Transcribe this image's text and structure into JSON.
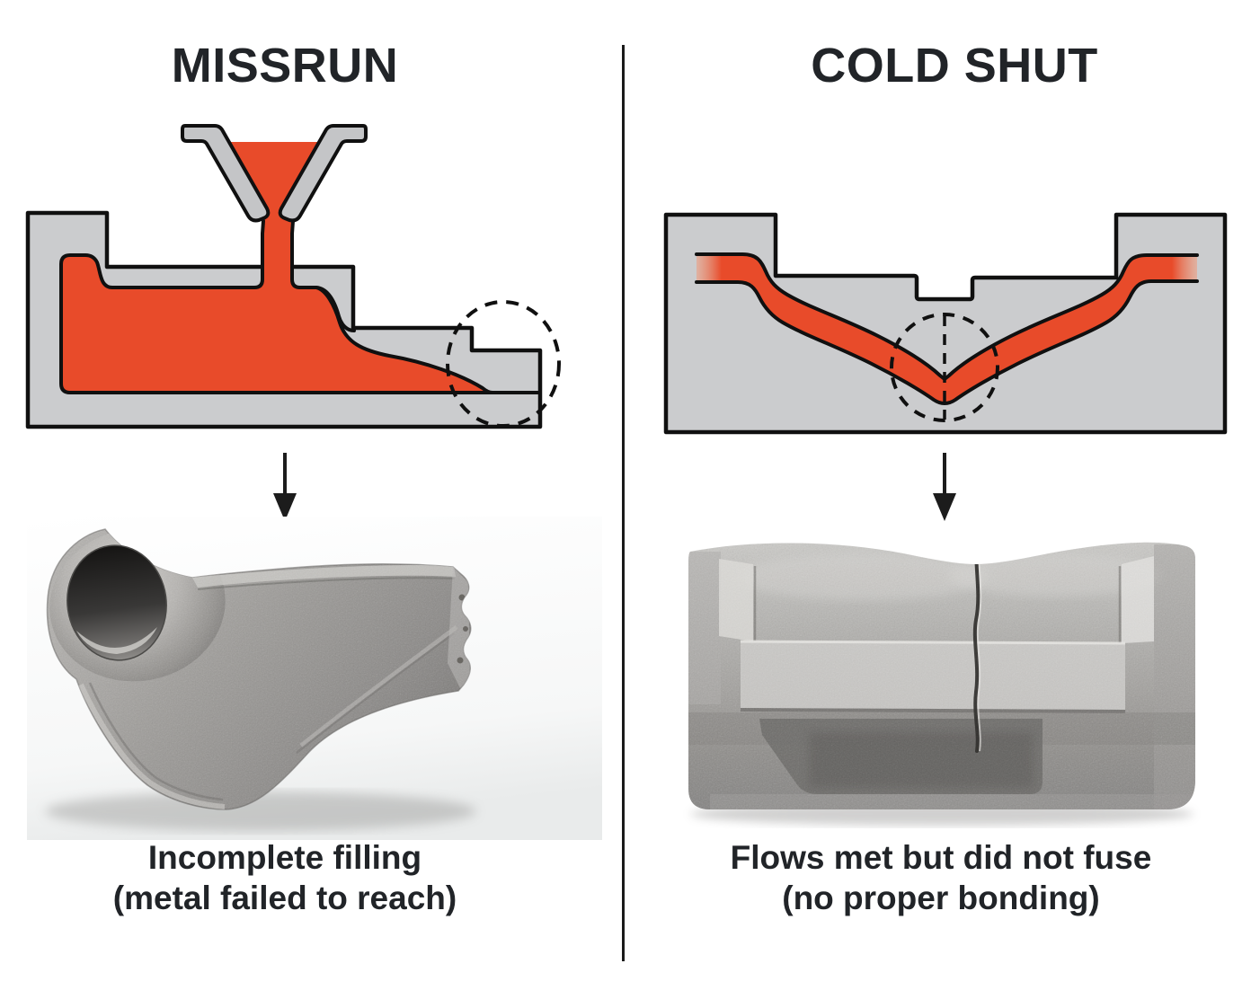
{
  "page": {
    "background": "#ffffff"
  },
  "colors": {
    "page_bg": "#ffffff",
    "divider": "#1a1a1a",
    "text": "#212428",
    "arrow": "#1c1c1c",
    "molten_metal": "#e84b2a",
    "molten_metal_fade": "#f09c7d",
    "mold_gray": "#cbccce",
    "funnel_gray": "#c4c5c7",
    "outline": "#101010"
  },
  "left_panel": {
    "title": "MISSRUN",
    "caption_line1": "Incomplete filling",
    "caption_line2": "(metal failed to reach)"
  },
  "right_panel": {
    "title": "COLD SHUT",
    "caption_line1": "Flows met but did not fuse",
    "caption_line2": "(no proper bonding)"
  },
  "icons": {
    "down_arrow": "down-arrow",
    "defect_marker": "dashed-circle"
  }
}
